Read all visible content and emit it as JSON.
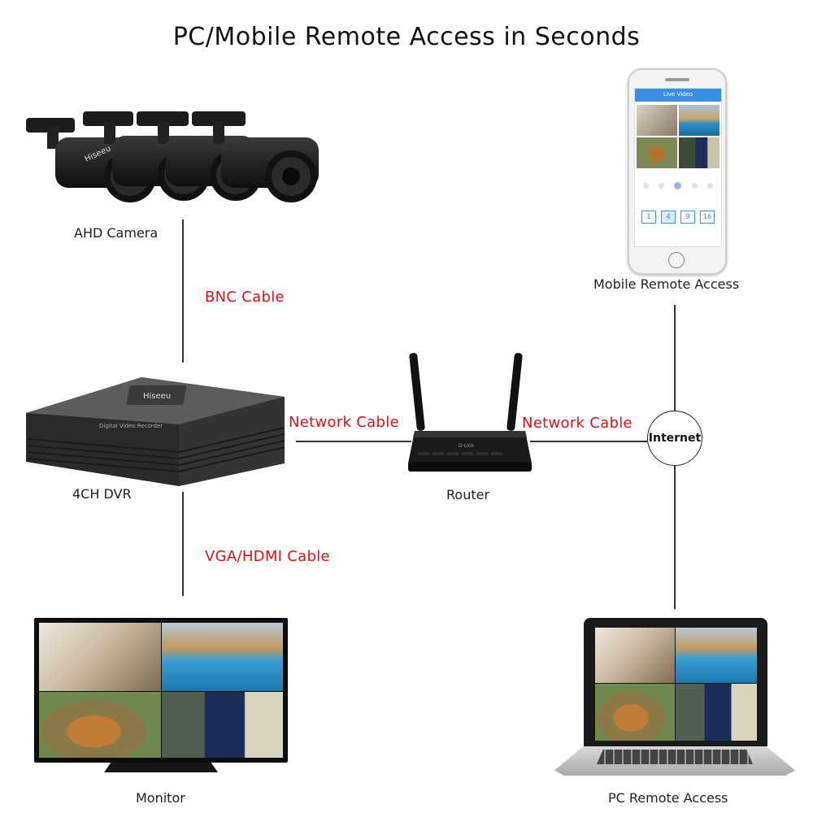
{
  "title": "PC/Mobile Remote Access in Seconds",
  "nodes": {
    "camera": "AHD Camera",
    "dvr": "4CH DVR",
    "router": "Router",
    "monitor": "Monitor",
    "mobile": "Mobile Remote Access",
    "pc": "PC Remote Access",
    "internet": "Internet"
  },
  "cables": {
    "bnc": "BNC Cable",
    "network_left": "Network Cable",
    "network_right": "Network Cable",
    "vga_hdmi": "VGA/HDMI Cable"
  },
  "devices": {
    "camera_brand": "Hiseeu",
    "dvr_brand": "Hiseeu",
    "dvr_model": "Digital Video Recorder",
    "router_brand": "D-Link",
    "phone_header": "Live Video",
    "phone_layouts": [
      "1",
      "4",
      "9",
      "16"
    ]
  },
  "colors": {
    "cable_label": "#e3101a",
    "phone_header": "#3a8ee6"
  }
}
